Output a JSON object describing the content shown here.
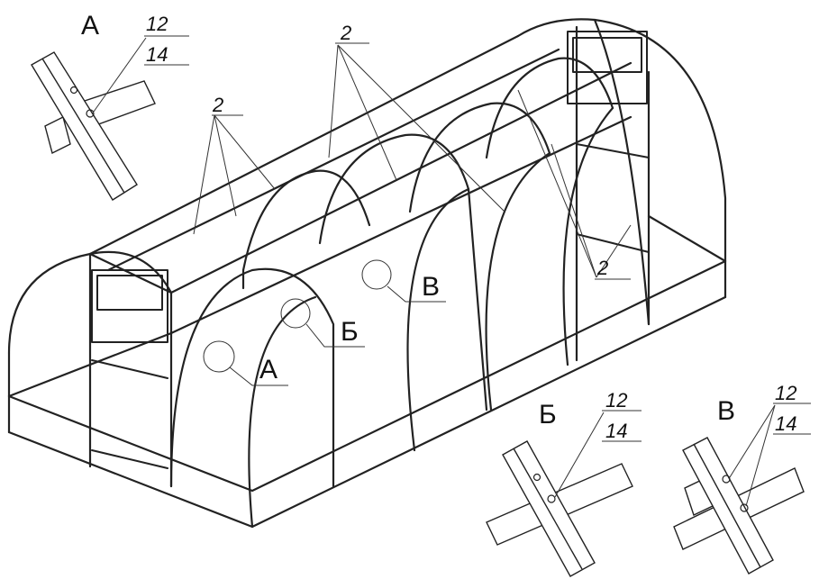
{
  "callouts": {
    "view_a": "А",
    "view_b": "Б",
    "view_v": "В"
  },
  "parts": {
    "fastener_12": "12",
    "fastener_14": "14",
    "connector_2": "2"
  },
  "colors": {
    "line": "#222222",
    "background": "#ffffff"
  }
}
